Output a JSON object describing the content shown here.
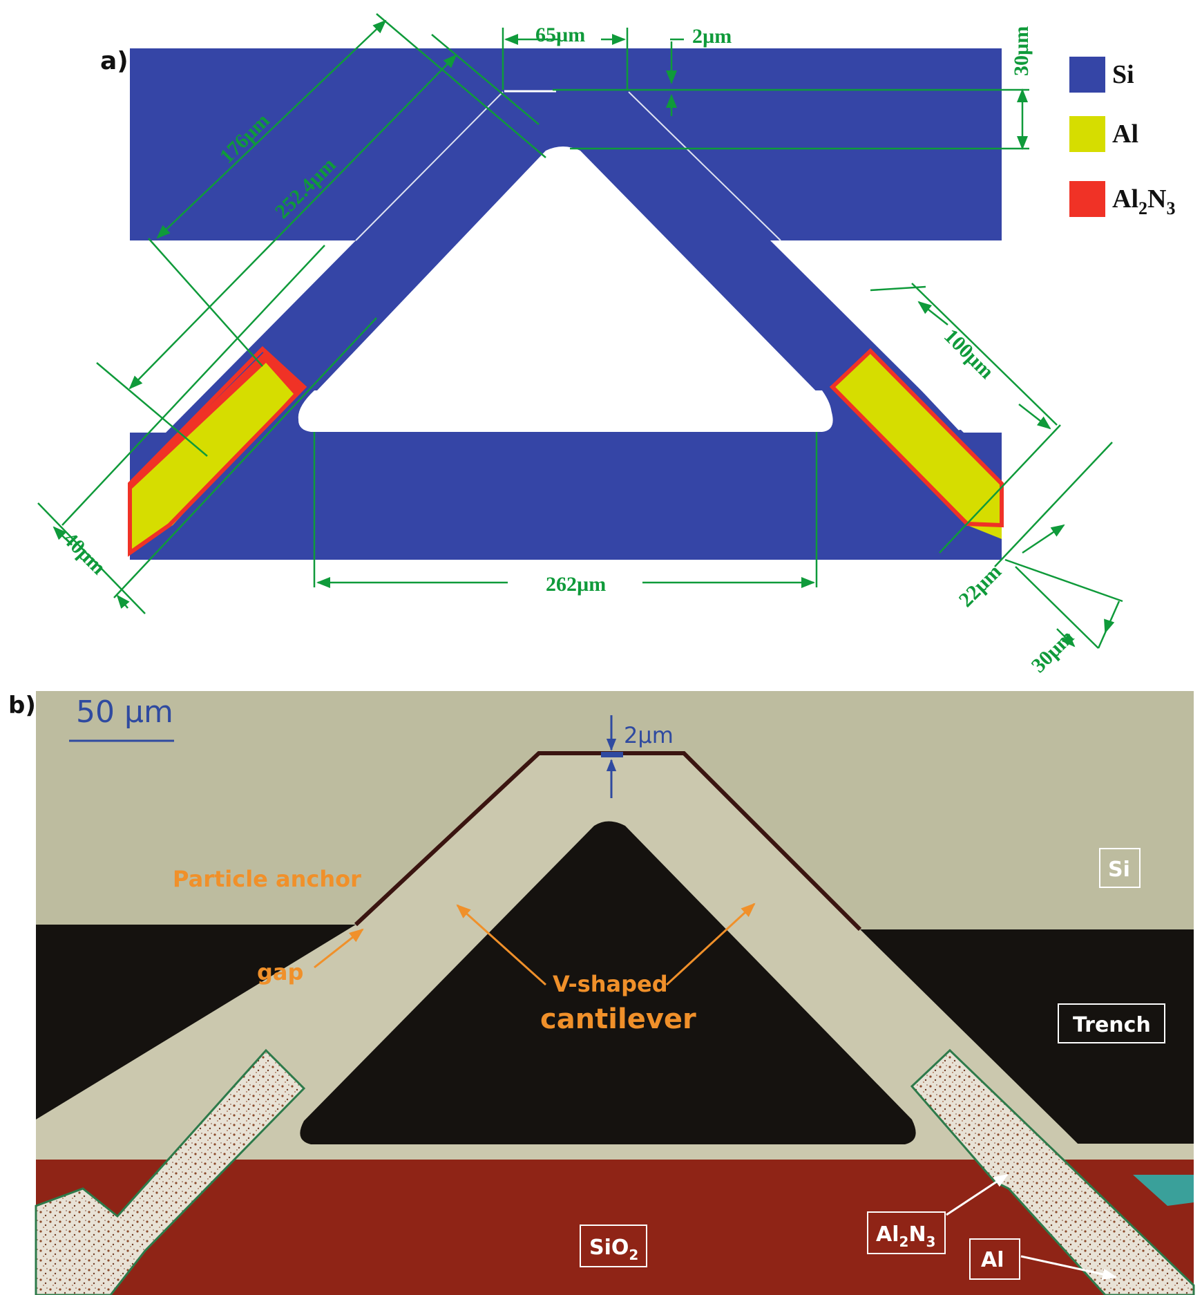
{
  "panel_a": {
    "label": "a)",
    "legend": [
      {
        "name": "Si",
        "color": "#3545a6"
      },
      {
        "name": "Al",
        "color": "#d6dd00"
      },
      {
        "name": "Al2N3",
        "label_main": "Al",
        "sub1": "2",
        "mid": "N",
        "sub2": "3",
        "color": "#f03226"
      }
    ],
    "dimensions": {
      "top_gap": "65µm",
      "top_width": "2µm",
      "beam_thickness_right": "30µm",
      "beam_length_1": "176µm",
      "beam_length_2": "252.4µm",
      "pad_length": "100µm",
      "pad_width_left": "40µm",
      "bottom_span": "262µm",
      "pad_width_right": "22µm",
      "beam_width_right": "30µm"
    },
    "dim_color": "#0f9a3a"
  },
  "panel_b": {
    "label": "b)",
    "scale_bar": "50 µm",
    "gap_width": "2µm",
    "annotations": {
      "particle_anchor": "Particle anchor",
      "gap": "gap",
      "v_shaped": "V-shaped",
      "cantilever": "cantilever"
    },
    "region_labels": {
      "si": "Si",
      "trench": "Trench",
      "sio2_main": "SiO",
      "sio2_sub": "2",
      "aln_main": "Al",
      "aln_sub1": "2",
      "aln_mid": "N",
      "aln_sub2": "3",
      "al": "Al"
    },
    "colors": {
      "si": "#bdbc9f",
      "trench": "#15120f",
      "sio2": "#8f2416",
      "annotation": "#f0902a",
      "scale": "#2f4aa0"
    }
  }
}
